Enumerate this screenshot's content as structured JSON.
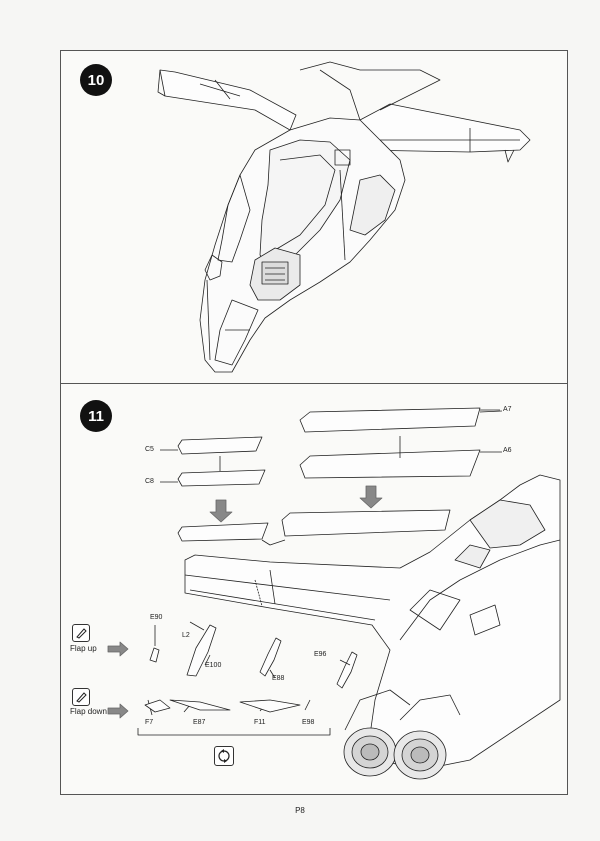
{
  "steps": {
    "step10": "10",
    "step11": "11"
  },
  "parts": {
    "a7": "A7",
    "a6": "A6",
    "c5": "C5",
    "c8": "C8",
    "e90": "E90",
    "l2": "L2",
    "e100": "E100",
    "e88": "E88",
    "e96": "E96",
    "f7": "F7",
    "e87": "E87",
    "f11": "F11",
    "e98": "E98"
  },
  "legend": {
    "flap_up": "Flap up",
    "flap_down": "Flap down"
  },
  "icons": {
    "glue": "glue-tube-icon",
    "choice": "choice-arrows-icon"
  },
  "page": {
    "number": "P8"
  }
}
